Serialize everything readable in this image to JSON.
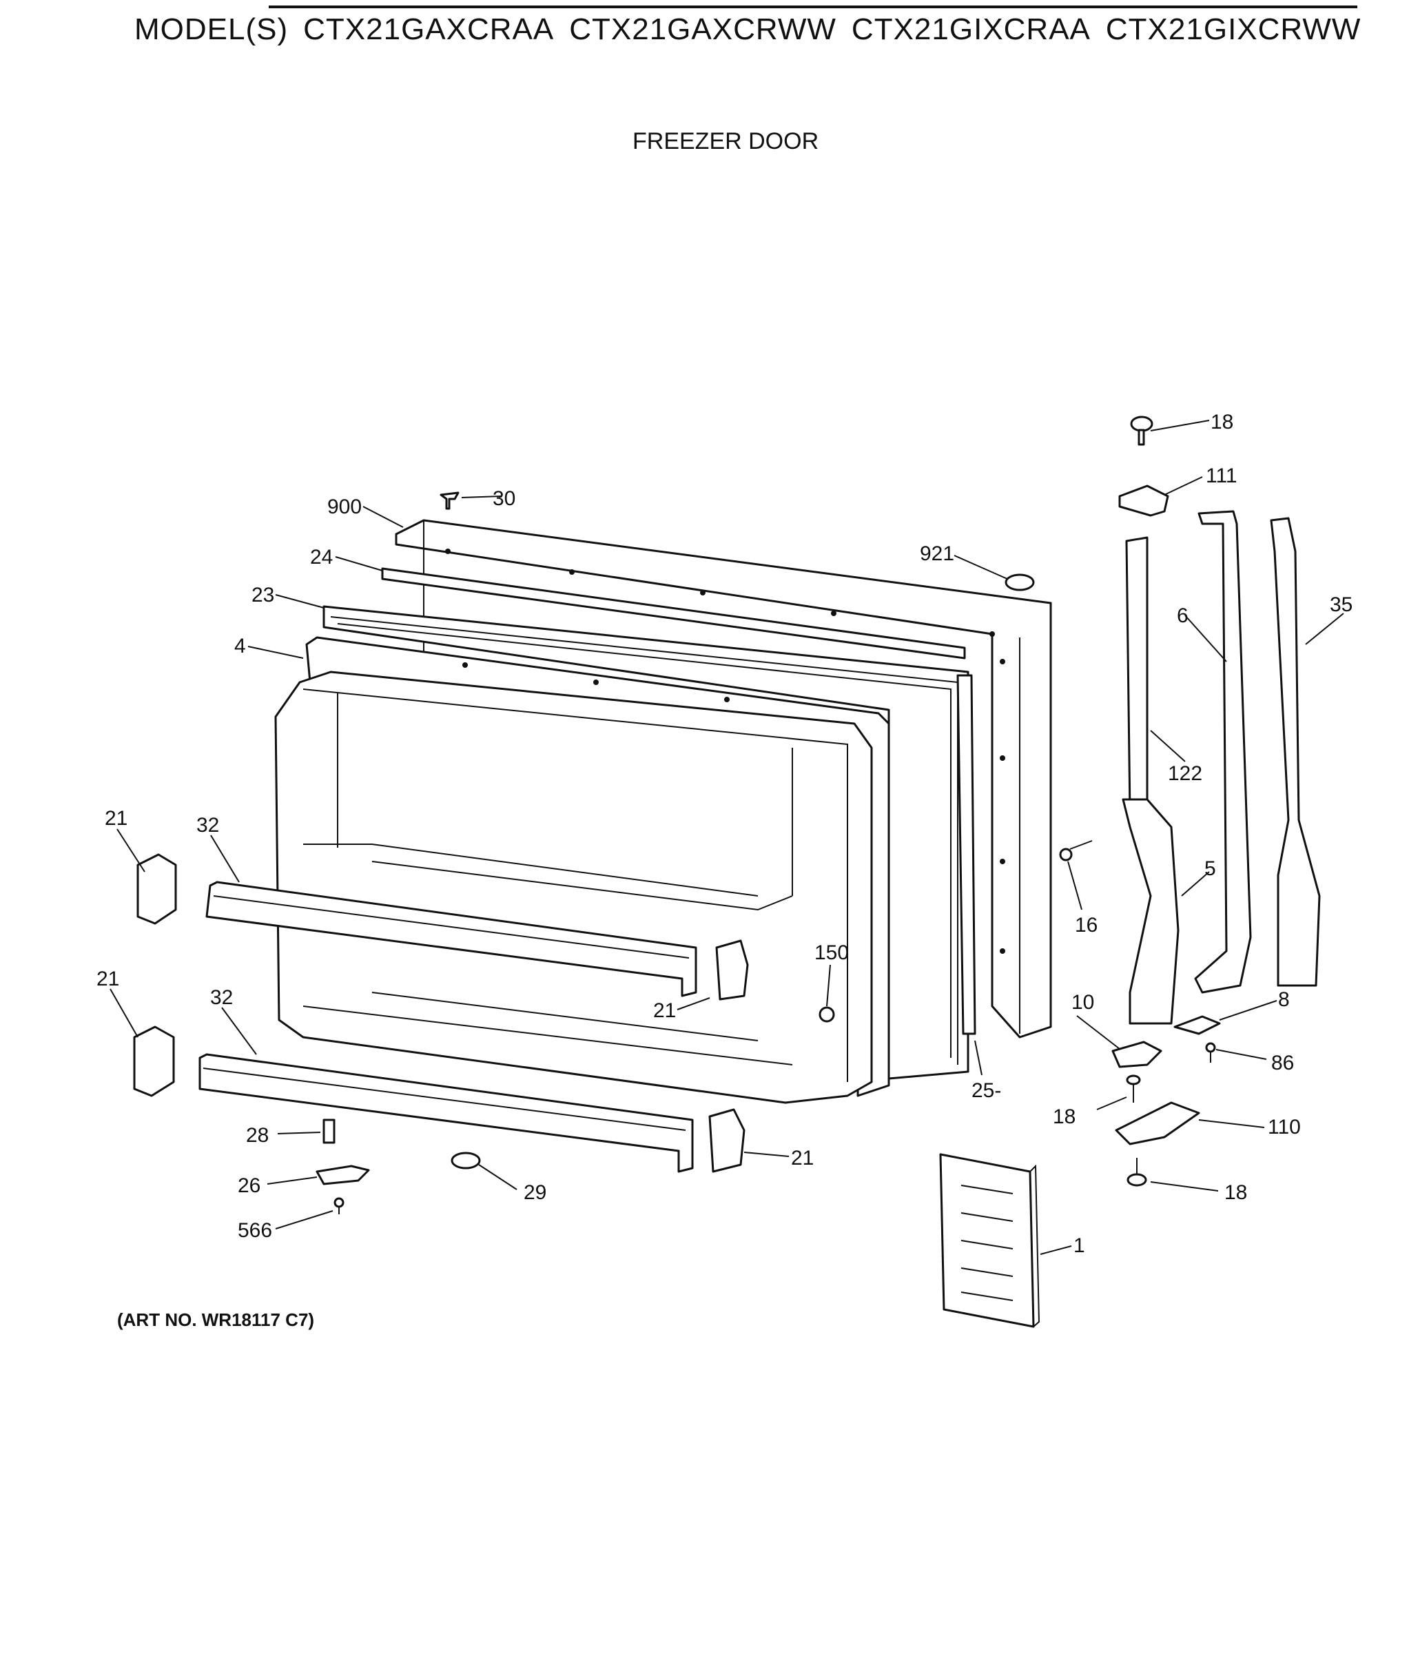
{
  "header": {
    "prefix": "MODEL(S)",
    "models": [
      "CTX21GAXCRAA",
      "CTX21GAXCRWW",
      "CTX21GIXCRAA",
      "CTX21GIXCRWW"
    ]
  },
  "section_title": "FREEZER DOOR",
  "art_number": "(ART NO. WR18117 C7)",
  "callouts": {
    "c18_top": "18",
    "c111": "111",
    "c30": "30",
    "c900": "900",
    "c921": "921",
    "c24": "24",
    "c23": "23",
    "c4": "4",
    "c6": "6",
    "c35": "35",
    "c122": "122",
    "c21_a": "21",
    "c32_a": "32",
    "c5": "5",
    "c16": "16",
    "c150": "150",
    "c21_b": "21",
    "c21_c": "21",
    "c32_b": "32",
    "c10": "10",
    "c8": "8",
    "c86": "86",
    "c25": "25-",
    "c18_mid": "18",
    "c110": "110",
    "c28": "28",
    "c21_d": "21",
    "c26": "26",
    "c29": "29",
    "c18_low": "18",
    "c566": "566",
    "c1": "1"
  }
}
